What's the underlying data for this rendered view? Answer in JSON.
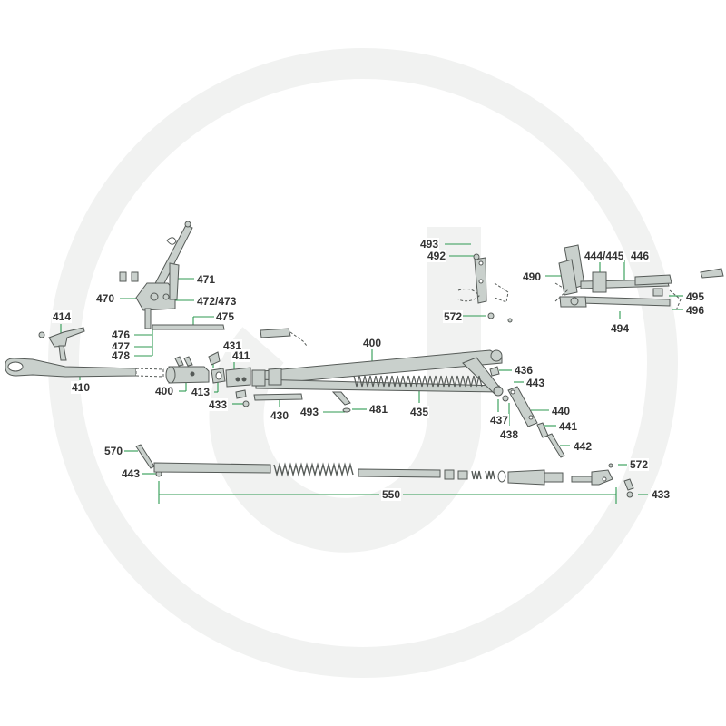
{
  "colors": {
    "part_fill": "#c9d0cc",
    "part_stroke": "#555a57",
    "leader_line": "#2f9a52",
    "label_text": "#333333",
    "watermark": "#f1f2f1"
  },
  "labels": {
    "p493a": "493",
    "p492": "492",
    "p444_445": "444/445",
    "p446": "446",
    "p490": "490",
    "p495": "495",
    "p496": "496",
    "p494": "494",
    "p572a": "572",
    "p471": "471",
    "p470": "470",
    "p472_473": "472/473",
    "p475": "475",
    "p414": "414",
    "p476": "476",
    "p477": "477",
    "p478": "478",
    "p431": "431",
    "p411": "411",
    "p400a": "400",
    "p400b": "400",
    "p410": "410",
    "p413": "413",
    "p433a": "433",
    "p430": "430",
    "p493b": "493",
    "p481": "481",
    "p435": "435",
    "p436": "436",
    "p443a": "443",
    "p437": "437",
    "p438": "438",
    "p440": "440",
    "p441": "441",
    "p442": "442",
    "p570": "570",
    "p443b": "443",
    "p572b": "572",
    "p550": "550",
    "p433b": "433"
  }
}
